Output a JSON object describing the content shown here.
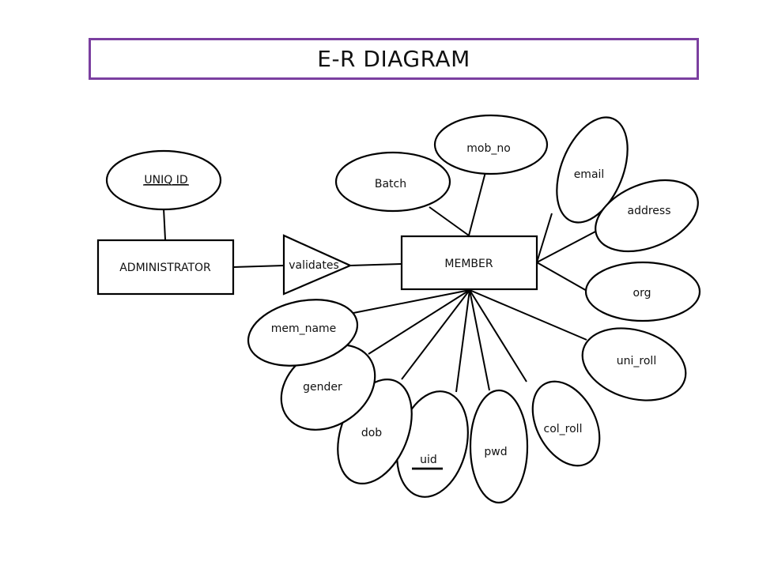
{
  "title": "E-R DIAGRAM",
  "colors": {
    "title_border": "#7b3fa0",
    "stroke": "#000000"
  },
  "entities": {
    "administrator": "ADMINISTRATOR",
    "member": "MEMBER"
  },
  "relationship": {
    "validates": "validates"
  },
  "attributes": {
    "uniq_id": "UNIQ ID",
    "batch": "Batch",
    "mob_no": "mob_no",
    "email": "email",
    "address": "address",
    "org": "org",
    "uni_roll": "uni_roll",
    "col_roll": "col_roll",
    "pwd": "pwd",
    "uid": "uid",
    "dob": "dob",
    "gender": "gender",
    "mem_name": "mem_name"
  }
}
